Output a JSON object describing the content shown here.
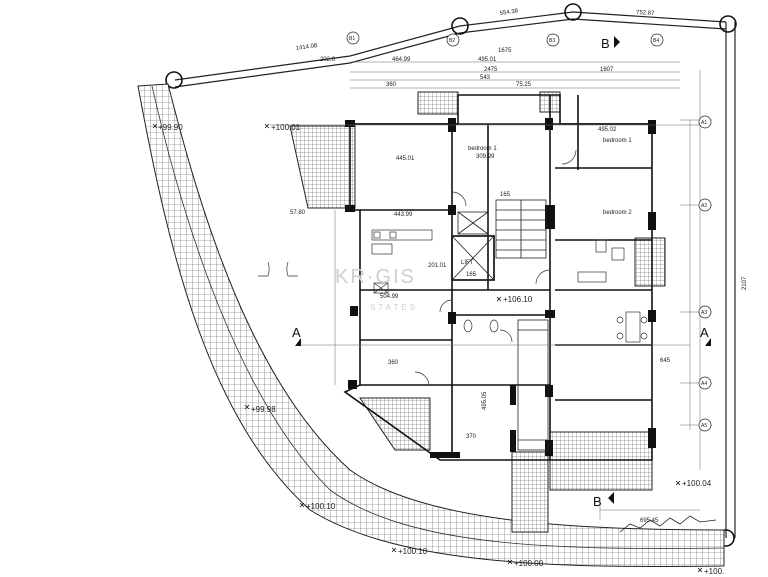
{
  "plan": {
    "watermark": {
      "line1": "KR·GIS",
      "line2": "STATES"
    },
    "boundary_dims": [
      "1414.08",
      "554.38",
      "752.87",
      "2107"
    ],
    "grid_cols": [
      "B1",
      "B2",
      "B3",
      "B4"
    ],
    "grid_rows": [
      "A1",
      "A2",
      "A3",
      "A4",
      "A5"
    ],
    "sections": {
      "aa": "A",
      "bb": "B"
    },
    "rooms": [
      "bedroom 1",
      "bedroom 1",
      "bedroom 2",
      "LIFT"
    ],
    "room_dims": [
      "309.99",
      "445.01",
      "495.02",
      "443.99",
      "504.99",
      "201.01",
      "370",
      "495.05",
      "360",
      "165"
    ],
    "elevations": [
      "+99.90",
      "+100.01",
      "+106.10",
      "+99.98",
      "+100.10",
      "+100.10",
      "+100.04",
      "+100.00",
      "+100."
    ],
    "top_dims": [
      "202.6",
      "464.99",
      "495.01",
      "1675",
      "2475",
      "1607",
      "75.25",
      "360",
      "165",
      "543"
    ],
    "side_dims": [
      "57.80",
      "695.45",
      "645"
    ]
  }
}
